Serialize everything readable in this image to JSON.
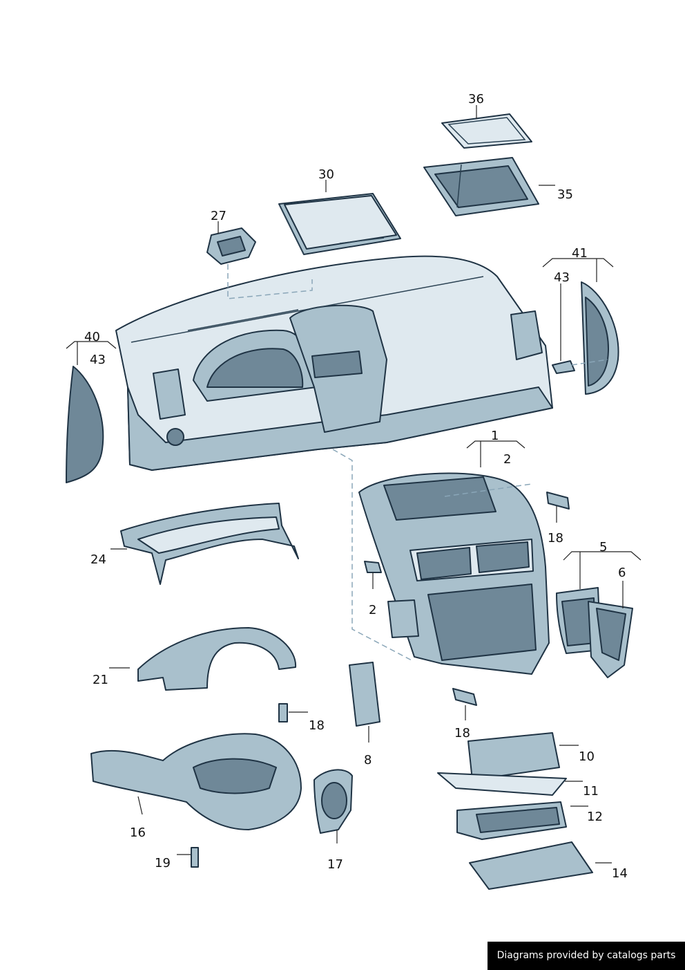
{
  "diagram": {
    "labels": {
      "l36": "36",
      "l30": "30",
      "l35": "35",
      "l27": "27",
      "l41": "41",
      "l43r": "43",
      "l40": "40",
      "l43l": "43",
      "l1": "1",
      "l2a": "2",
      "l18a": "18",
      "l24": "24",
      "l5": "5",
      "l6": "6",
      "l2b": "2",
      "l21": "21",
      "l8": "8",
      "l18b": "18",
      "l18c": "18",
      "l10": "10",
      "l11": "11",
      "l16": "16",
      "l12": "12",
      "l19": "19",
      "l17": "17",
      "l14": "14"
    }
  },
  "footer": {
    "credit": "Diagrams provided by catalogs parts"
  },
  "colors": {
    "part_fill": "#a9c0cc",
    "part_stroke": "#1f3344",
    "credit_bg": "#000000",
    "credit_text": "#ffffff"
  }
}
